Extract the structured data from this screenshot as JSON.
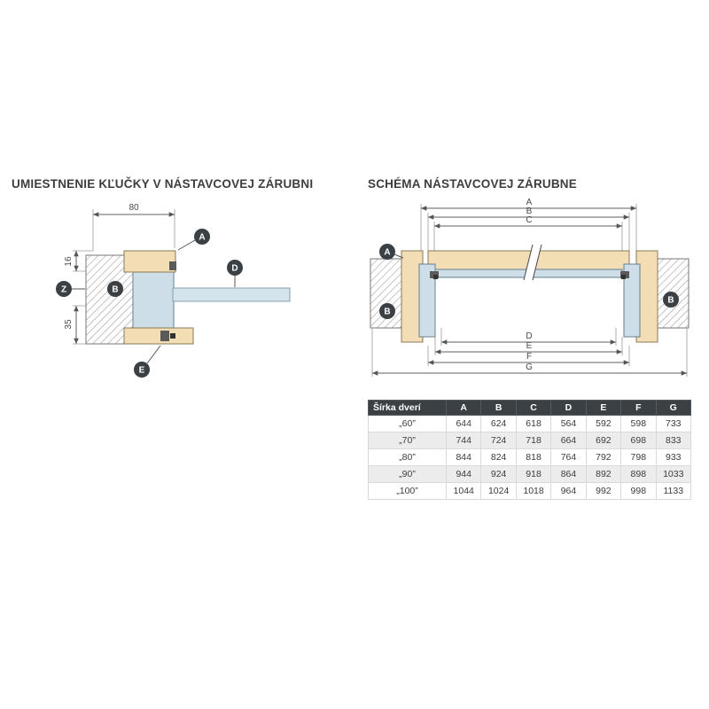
{
  "left": {
    "title": "UMIESTNENIE KĽUČKY V NÁSTAVCOVEJ ZÁRUBNI",
    "dim_top": "80",
    "dim_16": "16",
    "dim_35": "35",
    "badge_a": "A",
    "badge_b": "B",
    "badge_d": "D",
    "badge_e": "E",
    "badge_z": "Z"
  },
  "right": {
    "title": "SCHÉMA NÁSTAVCOVEJ ZÁRUBNE",
    "dim_a": "A",
    "dim_b": "B",
    "dim_c": "C",
    "dim_d": "D",
    "dim_e": "E",
    "dim_f": "F",
    "dim_g": "G",
    "badge_a": "A",
    "badge_b_left": "B",
    "badge_b_right": "B"
  },
  "table": {
    "headers": [
      "Šírka dverí",
      "A",
      "B",
      "C",
      "D",
      "E",
      "F",
      "G"
    ],
    "rows": [
      [
        "„60”",
        "644",
        "624",
        "618",
        "564",
        "592",
        "598",
        "733"
      ],
      [
        "„70”",
        "744",
        "724",
        "718",
        "664",
        "692",
        "698",
        "833"
      ],
      [
        "„80”",
        "844",
        "824",
        "818",
        "764",
        "792",
        "798",
        "933"
      ],
      [
        "„90”",
        "944",
        "924",
        "918",
        "864",
        "892",
        "898",
        "1033"
      ],
      [
        "„100”",
        "1044",
        "1024",
        "1018",
        "964",
        "992",
        "998",
        "1133"
      ]
    ]
  },
  "colors": {
    "wood": "#f3ddb4",
    "profile": "#cddee8",
    "door_leaf": "#d3e4ec",
    "dark_badge": "#3b4045",
    "table_header": "#3b4045"
  }
}
